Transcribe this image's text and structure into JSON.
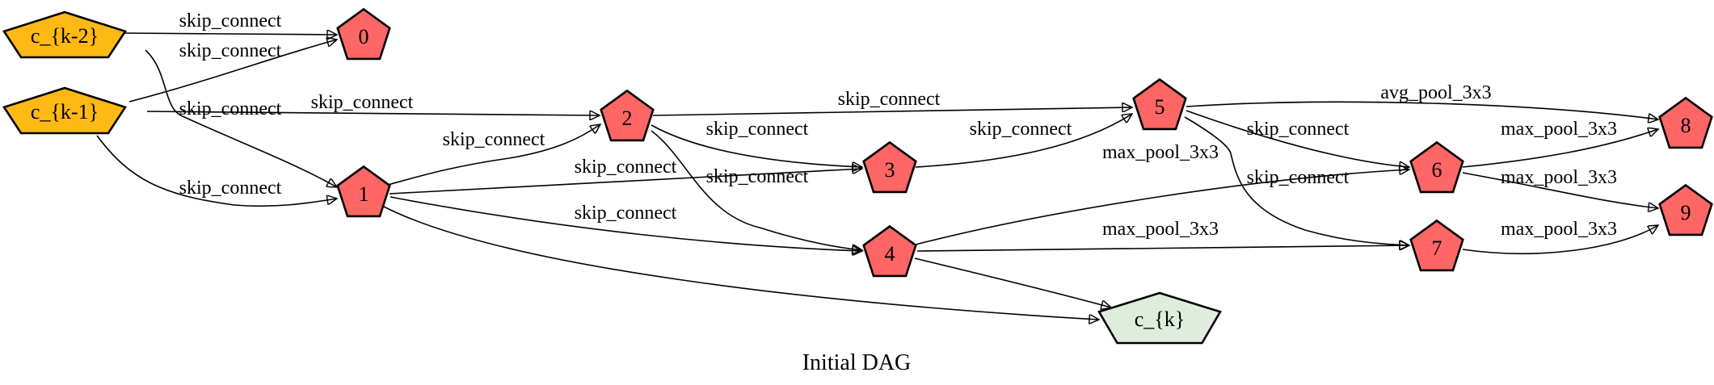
{
  "diagram": {
    "caption": "Initial DAG",
    "colors": {
      "input_fill": "#FFB914",
      "op_fill": "#FF6666",
      "output_fill": "#DEEDDC",
      "stroke": "#000000"
    },
    "nodes": [
      {
        "id": "ck2",
        "label": "c_{k-2}",
        "kind": "input"
      },
      {
        "id": "ck1",
        "label": "c_{k-1}",
        "kind": "input"
      },
      {
        "id": "n0",
        "label": "0",
        "kind": "op"
      },
      {
        "id": "n1",
        "label": "1",
        "kind": "op"
      },
      {
        "id": "n2",
        "label": "2",
        "kind": "op"
      },
      {
        "id": "n3",
        "label": "3",
        "kind": "op"
      },
      {
        "id": "n4",
        "label": "4",
        "kind": "op"
      },
      {
        "id": "n5",
        "label": "5",
        "kind": "op"
      },
      {
        "id": "n6",
        "label": "6",
        "kind": "op"
      },
      {
        "id": "n7",
        "label": "7",
        "kind": "op"
      },
      {
        "id": "n8",
        "label": "8",
        "kind": "op"
      },
      {
        "id": "n9",
        "label": "9",
        "kind": "op"
      },
      {
        "id": "ck",
        "label": "c_{k}",
        "kind": "output"
      }
    ],
    "edges": [
      {
        "id": "e_ck2_n0",
        "from": "ck2",
        "to": "n0",
        "label": "skip_connect"
      },
      {
        "id": "e_ck1_n0",
        "from": "ck1",
        "to": "n0",
        "label": "skip_connect"
      },
      {
        "id": "e_ck2_n1",
        "from": "ck2",
        "to": "n1",
        "label": "skip_connect"
      },
      {
        "id": "e_ck1_n1",
        "from": "ck1",
        "to": "n1",
        "label": "skip_connect"
      },
      {
        "id": "e_ck1_n2",
        "from": "ck1",
        "to": "n2",
        "label": "skip_connect"
      },
      {
        "id": "e_n1_n2",
        "from": "n1",
        "to": "n2",
        "label": "skip_connect"
      },
      {
        "id": "e_n2_n3",
        "from": "n2",
        "to": "n3",
        "label": "skip_connect"
      },
      {
        "id": "e_n1_n3",
        "from": "n1",
        "to": "n3",
        "label": "skip_connect"
      },
      {
        "id": "e_n2_n4",
        "from": "n2",
        "to": "n4",
        "label": "skip_connect"
      },
      {
        "id": "e_n1_n4",
        "from": "n1",
        "to": "n4",
        "label": "skip_connect"
      },
      {
        "id": "e_n2_n5",
        "from": "n2",
        "to": "n5",
        "label": "skip_connect"
      },
      {
        "id": "e_n3_n5",
        "from": "n3",
        "to": "n5",
        "label": "skip_connect"
      },
      {
        "id": "e_n5_n6",
        "from": "n5",
        "to": "n6",
        "label": "skip_connect"
      },
      {
        "id": "e_n4_n6",
        "from": "n4",
        "to": "n6",
        "label": "max_pool_3x3"
      },
      {
        "id": "e_n5_n7",
        "from": "n5",
        "to": "n7",
        "label": "skip_connect"
      },
      {
        "id": "e_n4_n7",
        "from": "n4",
        "to": "n7",
        "label": "max_pool_3x3"
      },
      {
        "id": "e_n5_n8",
        "from": "n5",
        "to": "n8",
        "label": "avg_pool_3x3"
      },
      {
        "id": "e_n6_n8",
        "from": "n6",
        "to": "n8",
        "label": "max_pool_3x3"
      },
      {
        "id": "e_n6_n9",
        "from": "n6",
        "to": "n9",
        "label": "max_pool_3x3"
      },
      {
        "id": "e_n7_n9",
        "from": "n7",
        "to": "n9",
        "label": "max_pool_3x3"
      },
      {
        "id": "e_n1_ck",
        "from": "n1",
        "to": "ck",
        "label": ""
      },
      {
        "id": "e_n4_ck",
        "from": "n4",
        "to": "ck",
        "label": ""
      }
    ]
  }
}
